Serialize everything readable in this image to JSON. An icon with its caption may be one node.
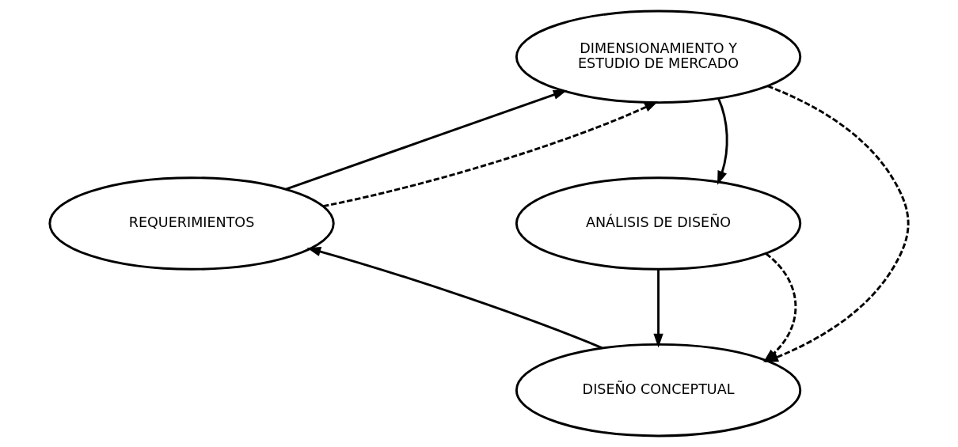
{
  "diagram": {
    "nodes": [
      {
        "text": [
          "DIMENSIONAMIENTO Y ESTUDIO DE MERCADO"
        ]
      },
      {
        "text": [
          "REQUERIMIENTOS"
        ]
      },
      {
        "text": [
          "ANÁLISIS DE DISEÑO"
        ]
      },
      {
        "text": [
          "DISEÑO CONCEPTUAL"
        ]
      }
    ],
    "edges": [
      {
        "from": 1,
        "to": 0,
        "arrow": "to"
      },
      {
        "from": 0,
        "to": 2,
        "arrow": "to"
      },
      {
        "from": 2,
        "to": 3,
        "arrow": "to"
      },
      {
        "from": 3,
        "to": 1,
        "arrow": "to"
      },
      {
        "from": 1,
        "to": 0,
        "arrow": "to",
        "style": "dashed"
      },
      {
        "from": 0,
        "to": 3,
        "arrow": "to",
        "style": "dashed"
      },
      {
        "from": 2,
        "to": 3,
        "arrow": "to",
        "style": "dashed"
      }
    ]
  }
}
